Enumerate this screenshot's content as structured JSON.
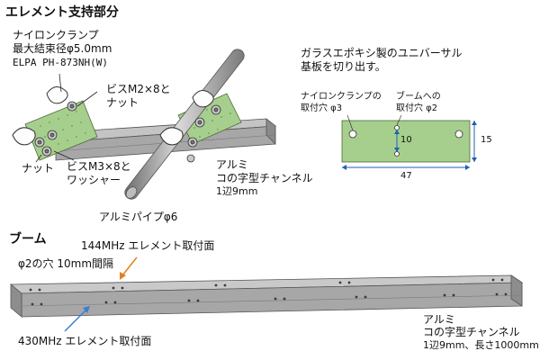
{
  "colors": {
    "board": "#a6cf8d",
    "channel": "#a7a7a7",
    "channel_dark": "#7b7b7b",
    "pipe": "#9a9a9a",
    "arrow_orange": "#e67e22",
    "arrow_blue": "#3b7fd1"
  },
  "section1": {
    "title": "エレメント支持部分",
    "clamp_label": [
      "ナイロンクランプ",
      "最大結束径φ5.0mm",
      "ELPA PH-873NH(W)"
    ],
    "screw_m2_label": [
      "ビスM2×8と",
      "ナット"
    ],
    "nut_label": "ナット",
    "screw_m3_label": [
      "ビスM3×8と",
      "ワッシャー"
    ],
    "channel_label": [
      "アルミ",
      "コの字型チャンネル",
      "1辺9mm"
    ],
    "pipe_label": "アルミパイプφ6"
  },
  "board_info": {
    "description": [
      "ガラスエポキシ製のユニバーサル",
      "基板を切り出す。"
    ],
    "clamp_hole_label": [
      "ナイロンクランプの",
      "取付穴 φ3"
    ],
    "boom_hole_label": [
      "ブームへの",
      "取付穴 φ2"
    ],
    "dim_inner": "10",
    "dim_height": "15",
    "dim_width": "47"
  },
  "section2": {
    "title": "ブーム",
    "mount_144": "144MHz エレメント取付面",
    "hole_spec": "φ2の穴 10mm間隔",
    "mount_430": "430MHz エレメント取付面",
    "channel_label": [
      "アルミ",
      "コの字型チャンネル",
      "1辺9mm、長さ1000mm"
    ]
  }
}
